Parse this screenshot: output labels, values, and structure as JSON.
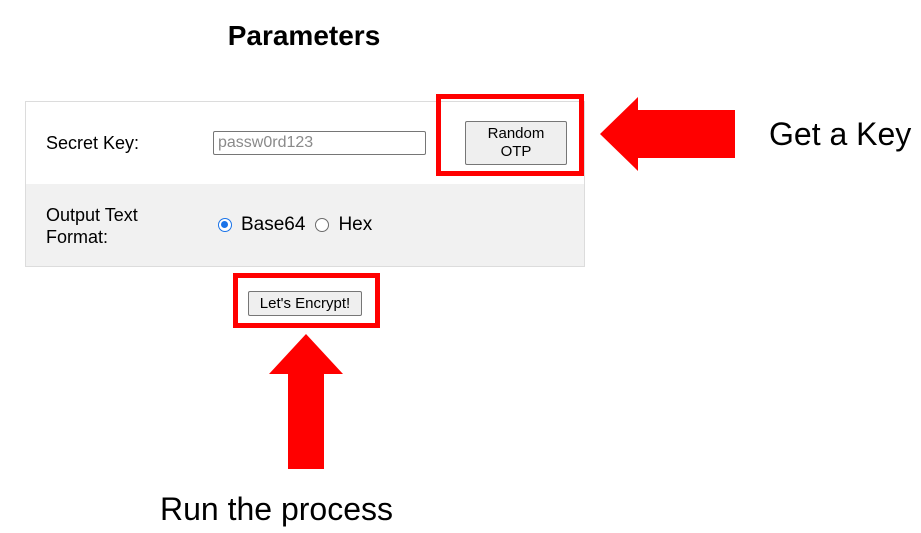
{
  "page": {
    "title": "Parameters"
  },
  "form": {
    "secret_key_label": "Secret Key:",
    "secret_key_placeholder": "passw0rd123",
    "secret_key_value": "",
    "random_otp_label": "Random\nOTP",
    "output_format_label": "Output Text Format:",
    "format_options": [
      {
        "label": "Base64",
        "checked": true
      },
      {
        "label": "Hex",
        "checked": false
      }
    ],
    "encrypt_button_label": "Let's Encrypt!"
  },
  "annotations": {
    "get_key": "Get a Key",
    "run_process": "Run the process",
    "highlight_color": "#ff0000",
    "arrow_color": "#ff0000"
  },
  "colors": {
    "radio_accent": "#1a73e8",
    "format_row_background": "#f1f1f1"
  }
}
